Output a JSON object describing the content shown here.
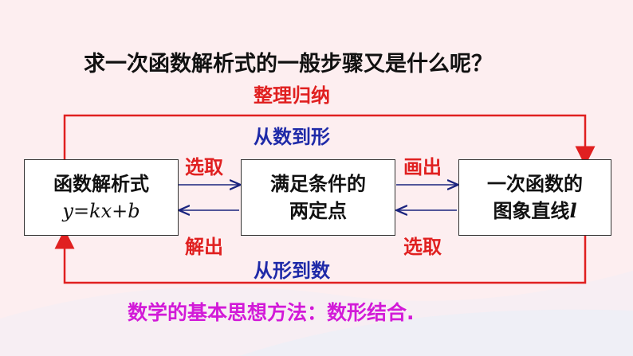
{
  "question": "求一次函数解析式的一般步骤又是什么呢？",
  "top_loop": {
    "label_red": "整理归纳",
    "label_blue": "从数到形"
  },
  "bottom_loop": {
    "label_blue": "从形到数"
  },
  "boxes": [
    {
      "line1": "函数解析式",
      "line2": "y=kx+b"
    },
    {
      "line1": "满足条件的",
      "line2": "两定点"
    },
    {
      "line1": "一次函数的",
      "line2": "图象直线",
      "line2_var": "l"
    }
  ],
  "arrows": {
    "select_left": "选取",
    "solve": "解出",
    "draw": "画出",
    "select_right": "选取"
  },
  "method": "数学的基本思想方法：数形结合.",
  "colors": {
    "red": "#e02020",
    "blue": "#1f2aa8",
    "magenta": "#d21ad8",
    "navy": "#1a237e",
    "background": "#fdeef0"
  }
}
